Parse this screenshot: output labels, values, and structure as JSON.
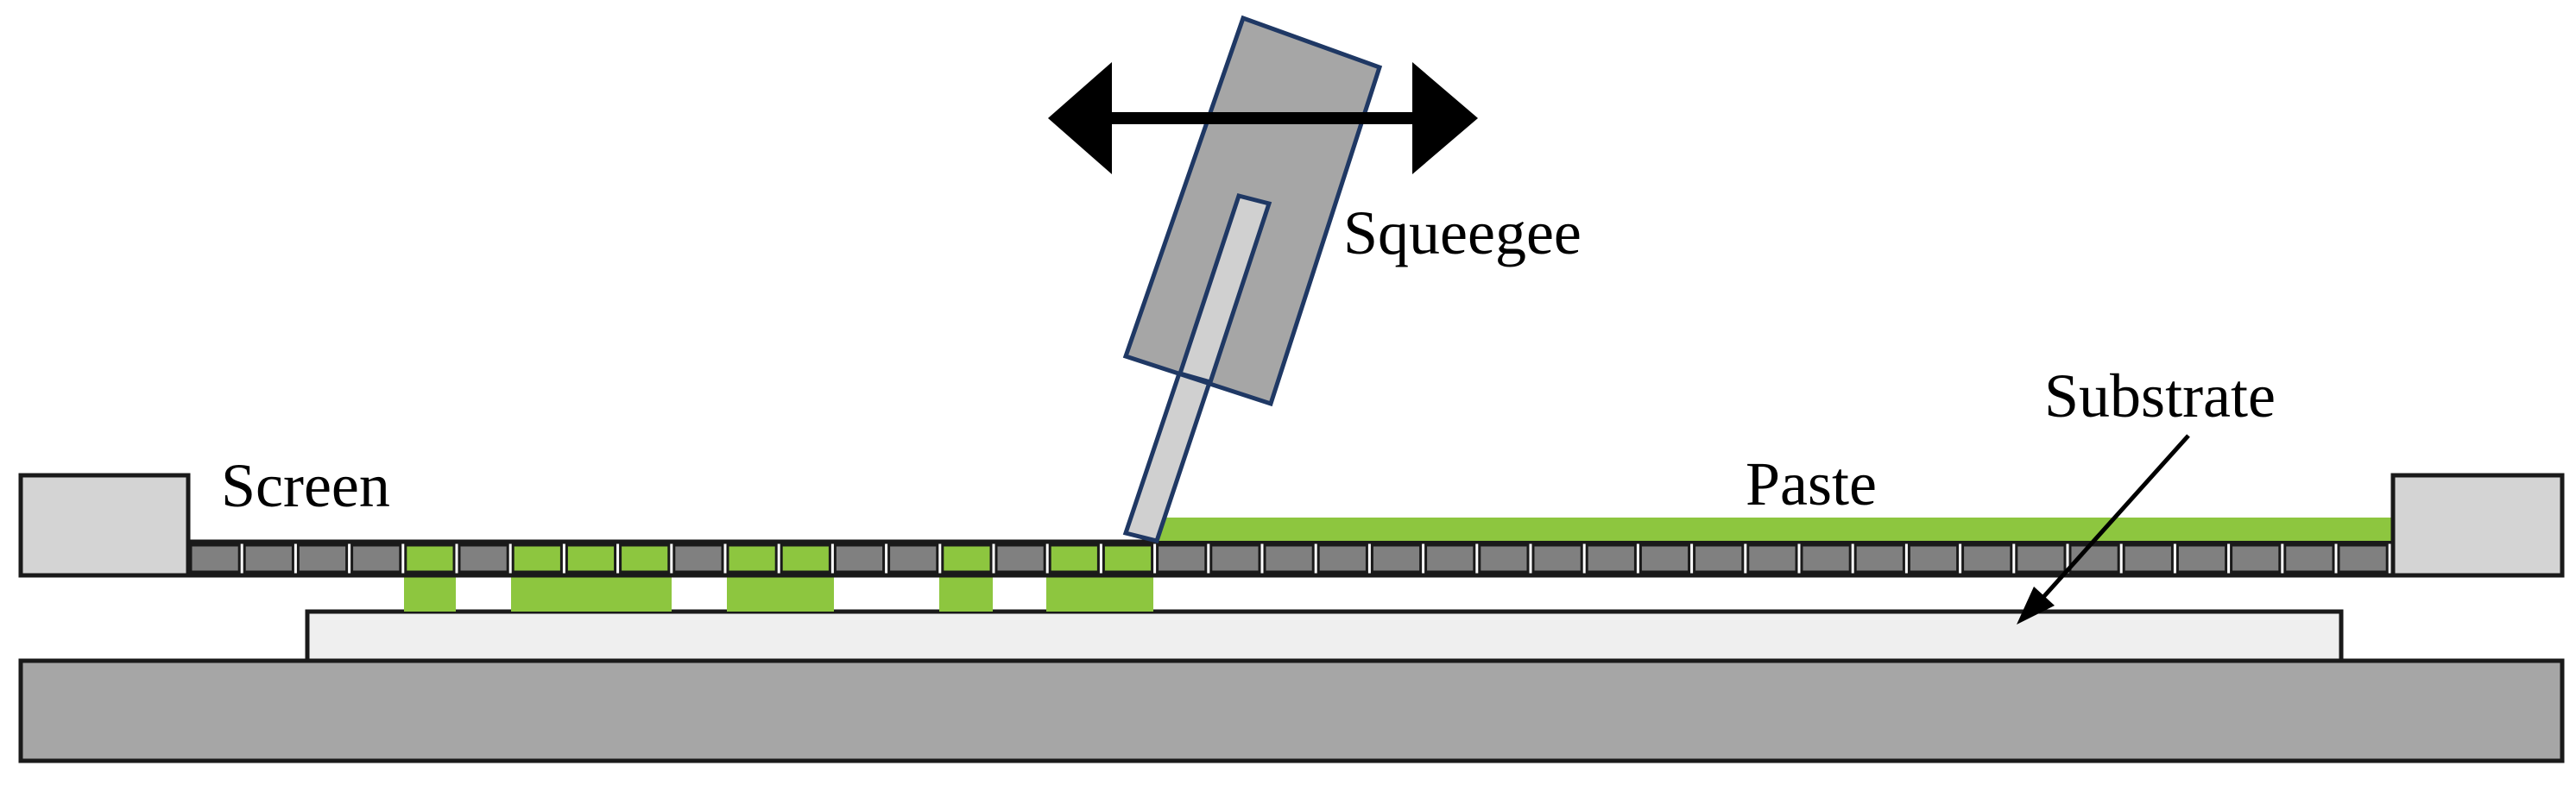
{
  "labels": {
    "squeegee": "Squeegee",
    "screen": "Screen",
    "paste": "Paste",
    "substrate": "Substrate"
  },
  "colors": {
    "paste": "#8dc63f",
    "mesh": "#808080",
    "squeegee": "#a6a6a6",
    "squeegee_outline": "#1f3864",
    "frame": "#d4d4d4",
    "base": "#a6a6a6",
    "substrate": "#efefef"
  },
  "icons": {
    "motion": "double-headed-arrow-icon",
    "pointer": "arrow-icon"
  }
}
